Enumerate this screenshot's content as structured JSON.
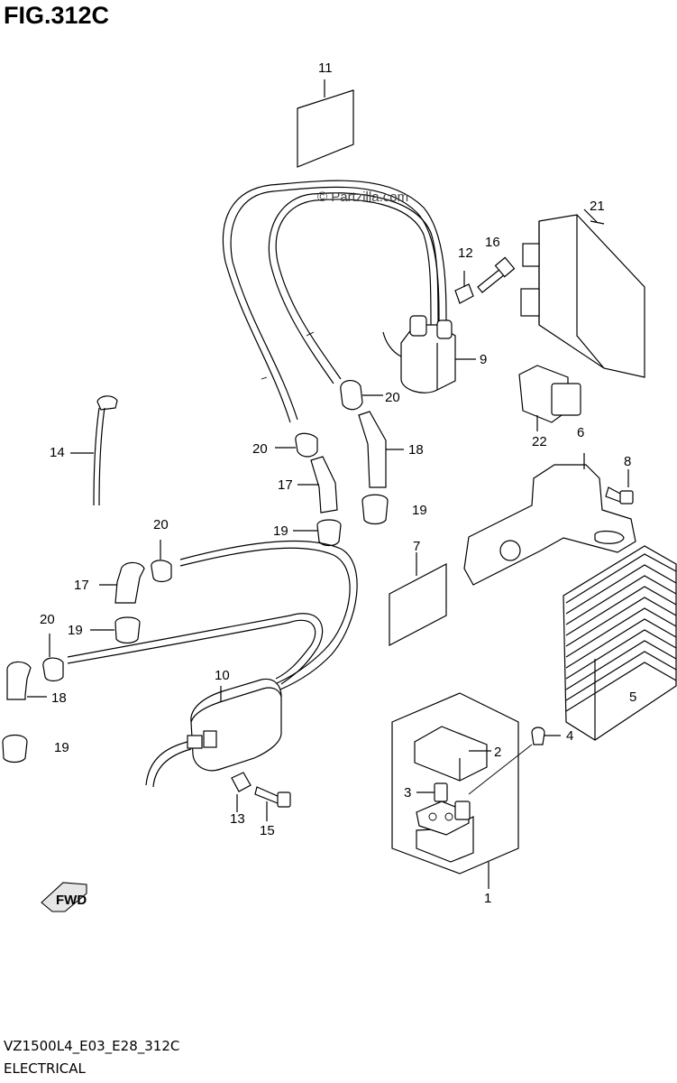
{
  "title": "FIG.312C",
  "watermark": "© Partzilla.com",
  "front_marker": "FWD",
  "footer": {
    "code": "VZ1500L4_E03_E28_312C",
    "description": "ELECTRICAL"
  },
  "callouts": {
    "c1": "1",
    "c2": "2",
    "c3": "3",
    "c4": "4",
    "c5": "5",
    "c6": "6",
    "c7": "7",
    "c8": "8",
    "c9": "9",
    "c10": "10",
    "c11": "11",
    "c12": "12",
    "c13": "13",
    "c14": "14",
    "c15": "15",
    "c16": "16",
    "c17a": "17",
    "c17b": "17",
    "c18a": "18",
    "c18b": "18",
    "c19a": "19",
    "c19b": "19",
    "c19c": "19",
    "c19d": "19",
    "c20a": "20",
    "c20b": "20",
    "c20c": "20",
    "c20d": "20",
    "c21": "21",
    "c22": "22"
  }
}
